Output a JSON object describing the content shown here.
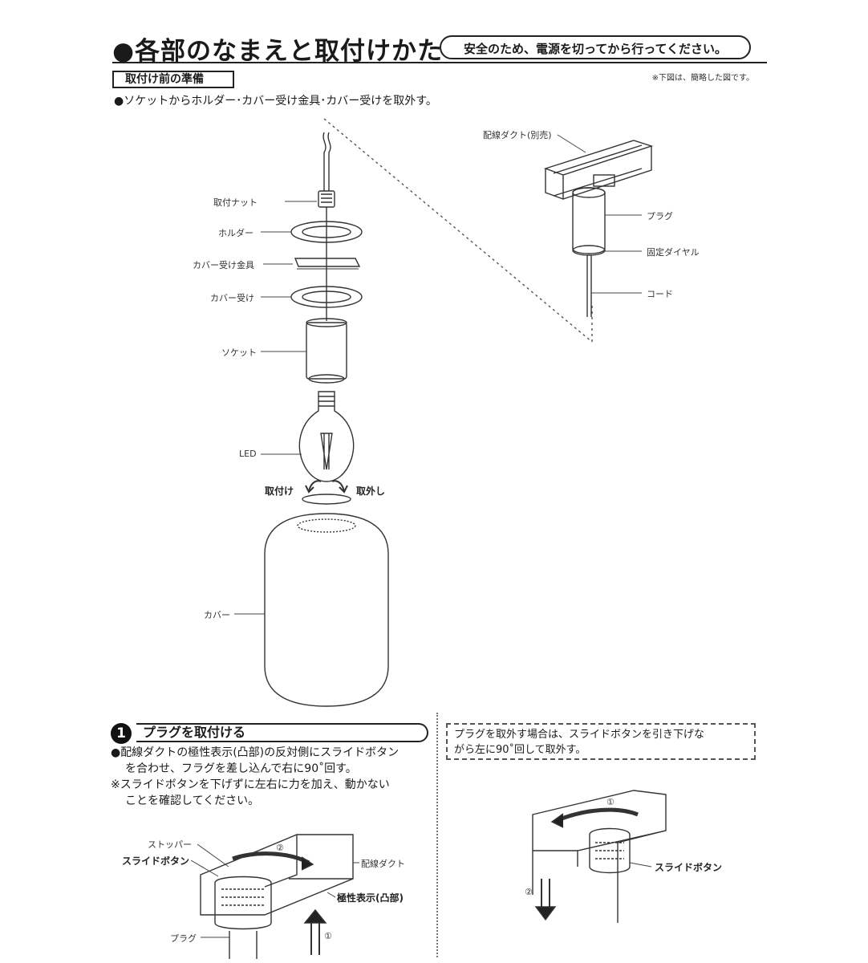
{
  "header": {
    "title": "●各部のなまえと取付けかた",
    "safety_note": "安全のため、電源を切ってから行ってください。"
  },
  "preparation": {
    "box_label": "取付け前の準備",
    "drawing_note": "※下図は、簡略した図です。",
    "instruction": "●ソケットからホルダー･カバー受け金具･カバー受けを取外す。"
  },
  "parts": {
    "nut": "取付ナット",
    "holder": "ホルダー",
    "cover_bracket": "カバー受け金具",
    "cover_receiver": "カバー受け",
    "socket": "ソケット",
    "led": "LED",
    "attach": "取付け",
    "detach": "取外し",
    "cover": "カバー"
  },
  "duct_detail": {
    "duct": "配線ダクト(別売)",
    "plug": "プラグ",
    "dial": "固定ダイヤル",
    "cord": "コード"
  },
  "step1": {
    "number": "1",
    "title": "プラグを取付ける",
    "line1": "●配線ダクトの極性表示(凸部)の反対側にスライドボタン",
    "line2": "を合わせ、フラグを差し込んで右に90˚回す。",
    "line3": "※スライドボタンを下げずに左右に力を加え、動かない",
    "line4": "ことを確認してください。",
    "stopper": "ストッパー",
    "slide_button": "スライドボタン",
    "duct": "配線ダクト",
    "polarity": "極性表示(凸部)",
    "plug": "プラグ",
    "circle1": "①",
    "circle2": "②"
  },
  "removal": {
    "line1": "プラグを取外す場合は、スライドボタンを引き下げな",
    "line2": "がら左に90˚回して取外す。",
    "slide_button": "スライドボタン",
    "circle1": "①",
    "circle2": "②"
  }
}
